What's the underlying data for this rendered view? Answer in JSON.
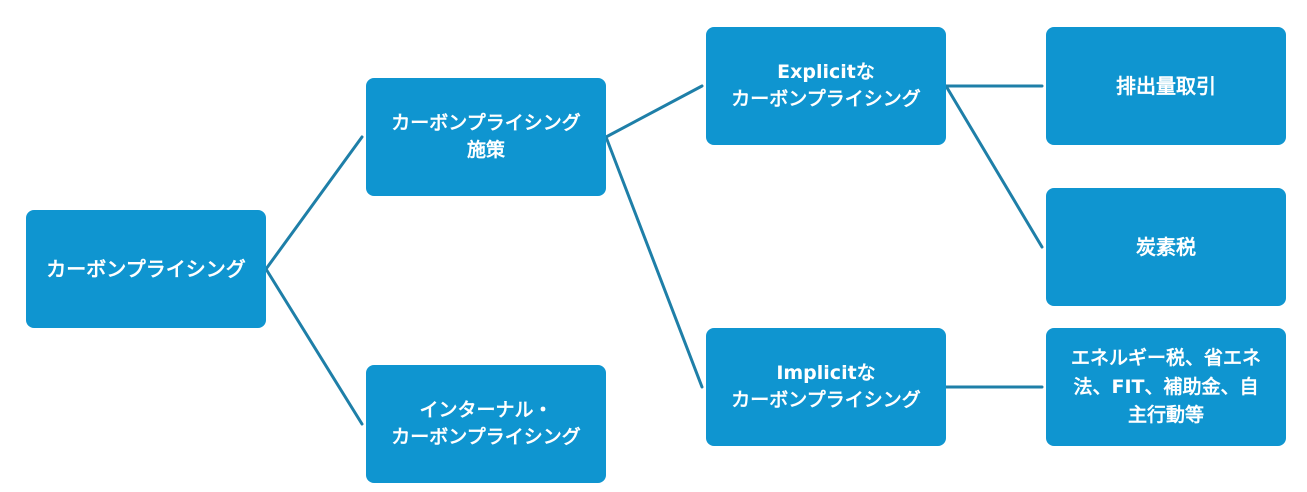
{
  "diagram": {
    "nodes": {
      "root": {
        "lines": [
          "カーボンプライシング"
        ]
      },
      "policy": {
        "lines": [
          "カーボンプライシング",
          "施策"
        ]
      },
      "internal": {
        "lines": [
          "インターナル・",
          "カーボンプライシング"
        ]
      },
      "explicit": {
        "lines": [
          "Explicitな",
          "カーボンプライシング"
        ]
      },
      "implicit": {
        "lines": [
          "Implicitな",
          "カーボンプライシング"
        ]
      },
      "ets": {
        "lines": [
          "排出量取引"
        ]
      },
      "tax": {
        "lines": [
          "炭素税"
        ]
      },
      "other": {
        "lines": [
          "エネルギー税、省エネ",
          "法、FIT、補助金、自",
          "主行動等"
        ]
      }
    },
    "edges": [
      [
        "root",
        "policy"
      ],
      [
        "root",
        "internal"
      ],
      [
        "policy",
        "explicit"
      ],
      [
        "policy",
        "implicit"
      ],
      [
        "explicit",
        "ets"
      ],
      [
        "explicit",
        "tax"
      ],
      [
        "implicit",
        "other"
      ]
    ],
    "colors": {
      "node_fill": "#0f95d0",
      "node_text": "#ffffff",
      "connector": "#1e7fa8"
    }
  }
}
